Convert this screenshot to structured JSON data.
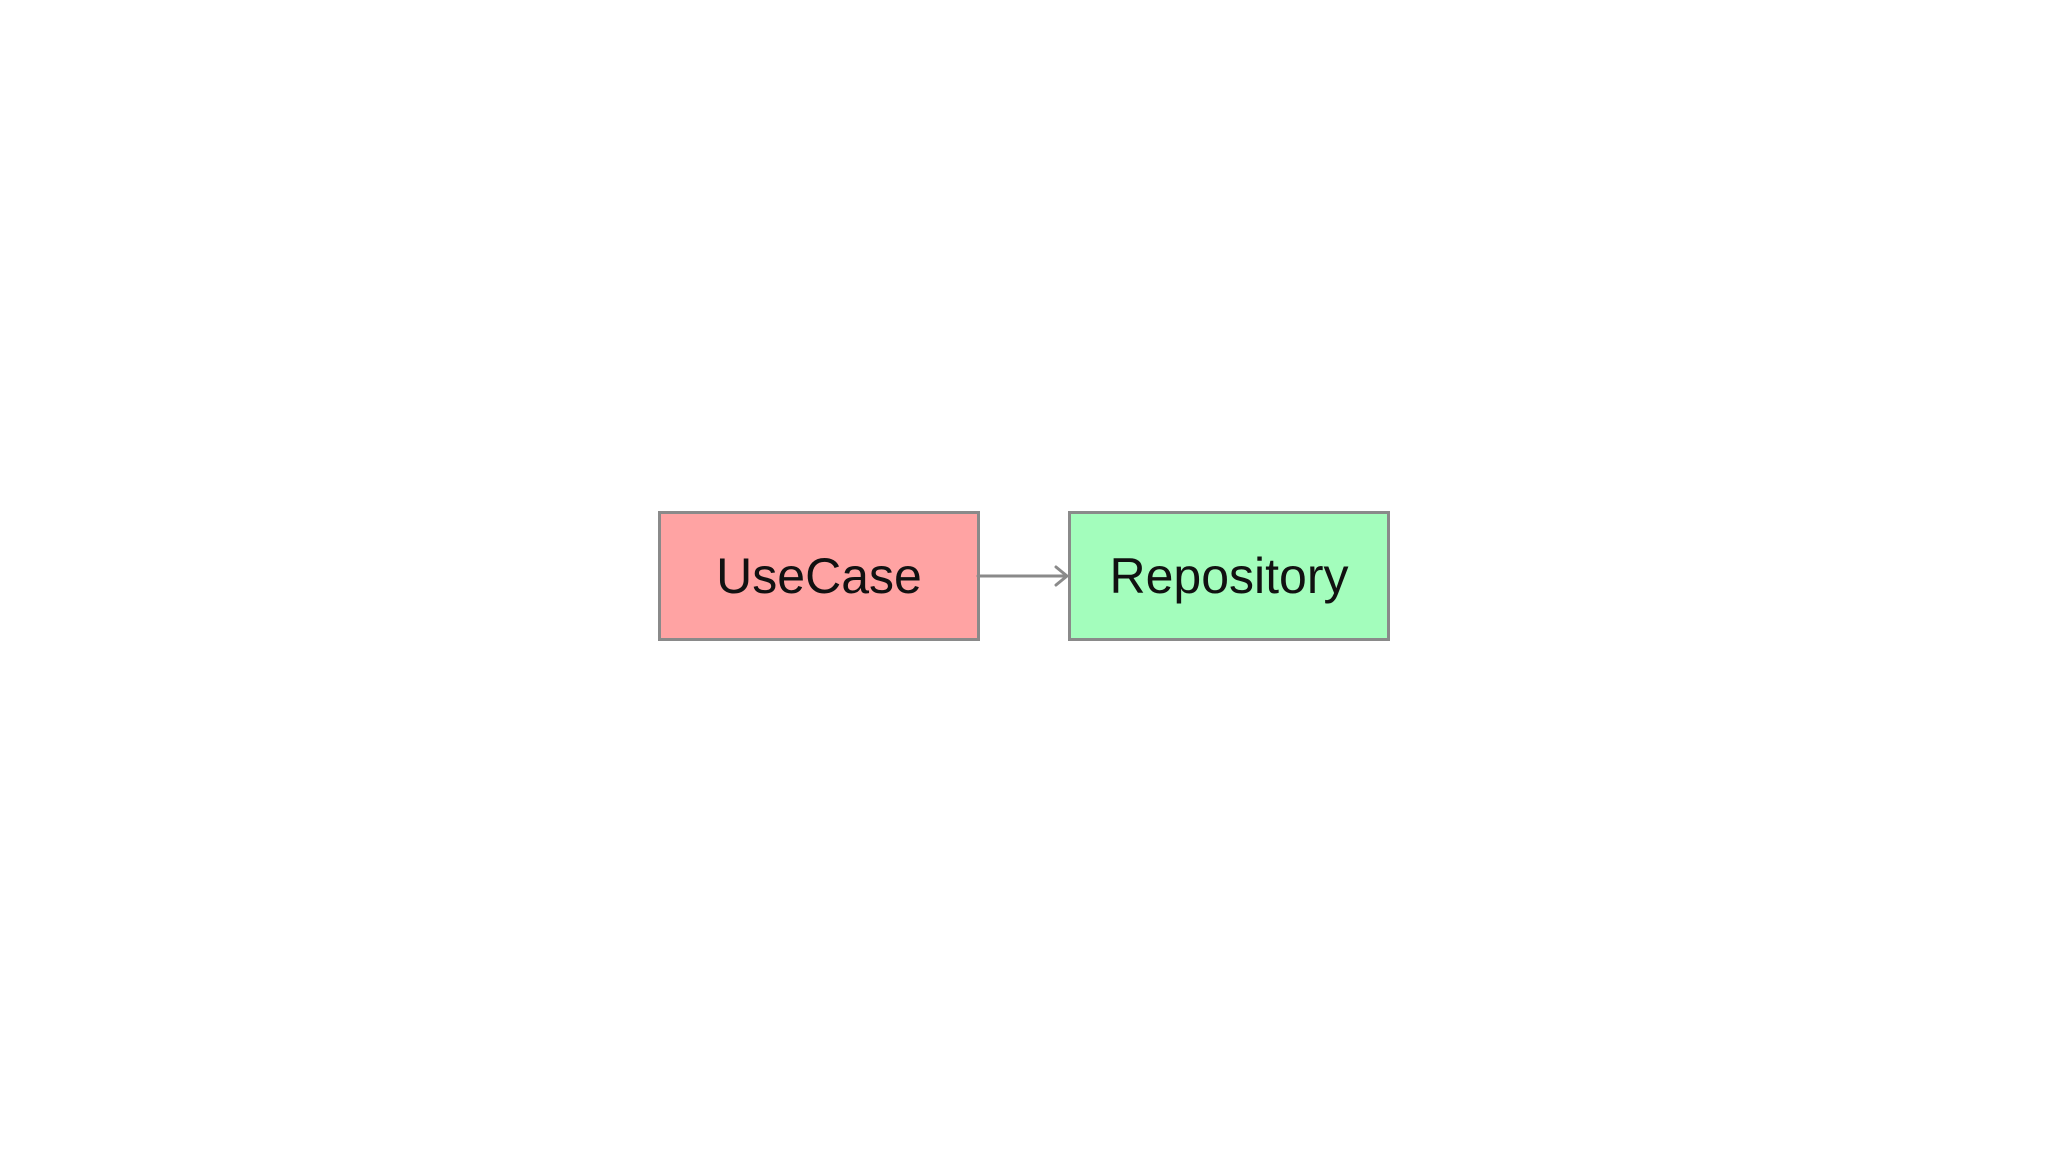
{
  "diagram": {
    "nodes": [
      {
        "id": "usecase",
        "label": "UseCase",
        "fill": "#ffa3a3"
      },
      {
        "id": "repository",
        "label": "Repository",
        "fill": "#a3fdbc"
      }
    ],
    "edges": [
      {
        "from": "usecase",
        "to": "repository",
        "color": "#8a8a8a"
      }
    ]
  }
}
